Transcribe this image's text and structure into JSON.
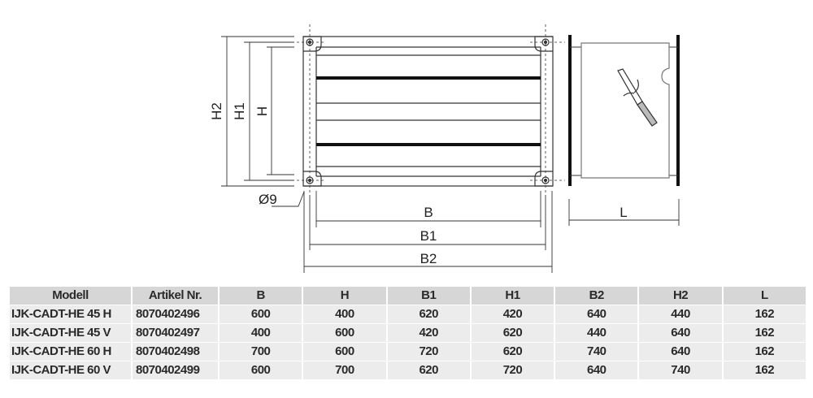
{
  "drawing": {
    "labels": {
      "H2": "H2",
      "H1": "H1",
      "H": "H",
      "diameter": "Ø9",
      "B": "B",
      "B1": "B1",
      "B2": "B2",
      "L": "L"
    }
  },
  "table": {
    "headers": [
      "Modell",
      "Artikel Nr.",
      "B",
      "H",
      "B1",
      "H1",
      "B2",
      "H2",
      "L"
    ],
    "rows": [
      [
        "IJK-CADT-HE 45 H",
        "8070402496",
        "600",
        "400",
        "620",
        "420",
        "640",
        "440",
        "162"
      ],
      [
        "IJK-CADT-HE 45 V",
        "8070402497",
        "400",
        "600",
        "420",
        "620",
        "440",
        "640",
        "162"
      ],
      [
        "IJK-CADT-HE 60 H",
        "8070402498",
        "700",
        "600",
        "720",
        "620",
        "740",
        "640",
        "162"
      ],
      [
        "IJK-CADT-HE 60 V",
        "8070402499",
        "600",
        "700",
        "620",
        "720",
        "640",
        "740",
        "162"
      ]
    ]
  }
}
